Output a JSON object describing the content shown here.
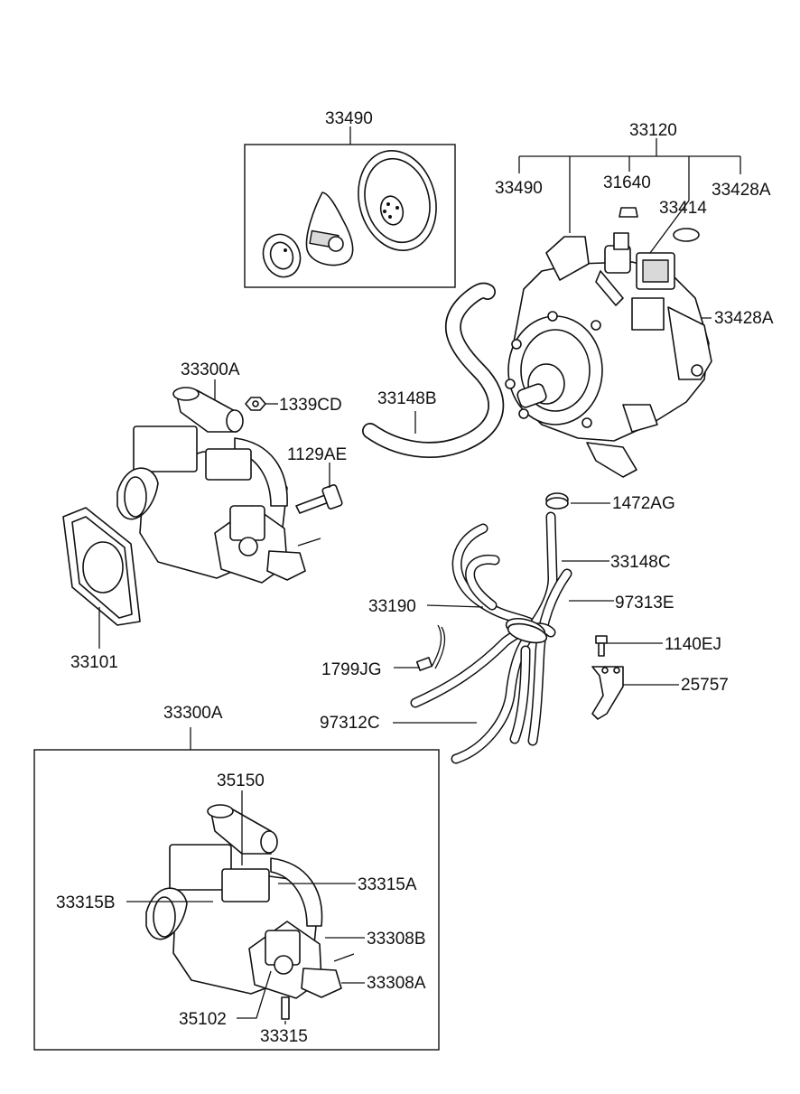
{
  "labels": {
    "kit_33490_box": "33490",
    "reg_33120": "33120",
    "reg_33490": "33490",
    "reg_31640": "31640",
    "reg_33414": "33414",
    "reg_33428A_top": "33428A",
    "reg_33428A_side": "33428A",
    "throttle_33300A": "33300A",
    "nut_1339CD": "1339CD",
    "hose_33148B": "33148B",
    "bolt_1129AE": "1129AE",
    "gasket_33101": "33101",
    "clamp_1472AG": "1472AG",
    "hose_33148C": "33148C",
    "hose_33190": "33190",
    "hose_97313E": "97313E",
    "bolt_1140EJ": "1140EJ",
    "sensor_1799JG": "1799JG",
    "bracket_25757": "25757",
    "hose_97312C": "97312C",
    "assy_33300A": "33300A",
    "assy_35150": "35150",
    "assy_33315A": "33315A",
    "assy_33315B": "33315B",
    "assy_33308B": "33308B",
    "assy_35102": "35102",
    "assy_33308A": "33308A",
    "assy_33315": "33315"
  }
}
